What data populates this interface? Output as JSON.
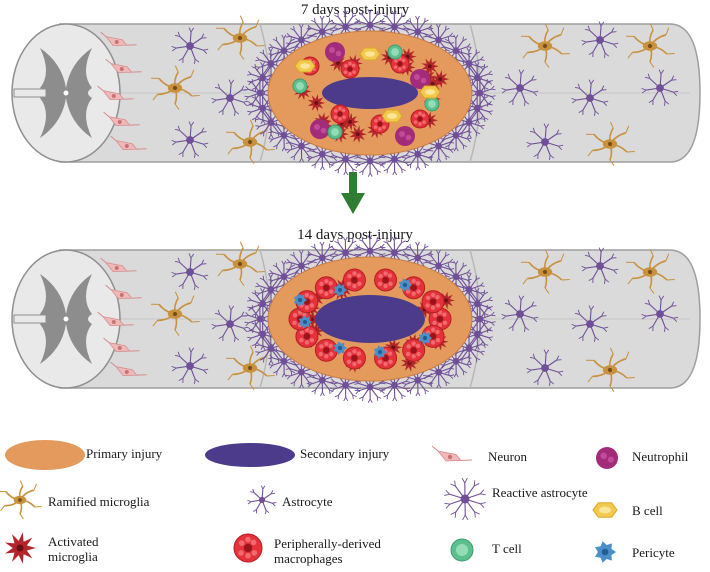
{
  "titles": {
    "top": "7 days post-injury",
    "bottom": "14 days post-injury"
  },
  "colors": {
    "primary_injury": "#e49a5c",
    "secondary_injury": "#4c3b8a",
    "neuron": "#efb9b9",
    "neutrophil": "#a22b7a",
    "ramified_microglia": "#c8913e",
    "astrocyte": "#6f4f97",
    "activated_microglia": "#b2262b",
    "macrophage": "#e5323a",
    "t_cell": "#5cbf8e",
    "b_cell": "#f2c94c",
    "pericyte": "#4a8fc9",
    "cord": "#dadada",
    "arrow": "#2e7d32"
  },
  "legend": [
    {
      "key": "primary_injury",
      "label": "Primary injury"
    },
    {
      "key": "secondary_injury",
      "label": "Secondary injury"
    },
    {
      "key": "neuron",
      "label": "Neuron"
    },
    {
      "key": "neutrophil",
      "label": "Neutrophil"
    },
    {
      "key": "ramified_microglia",
      "label": "Ramified microglia"
    },
    {
      "key": "astrocyte",
      "label": "Astrocyte"
    },
    {
      "key": "reactive_astrocyte",
      "label": "Reactive astrocyte"
    },
    {
      "key": "b_cell",
      "label": "B cell"
    },
    {
      "key": "activated_microglia",
      "label": "Activated microglia"
    },
    {
      "key": "macrophage",
      "label": "Peripherally-derived macrophages"
    },
    {
      "key": "t_cell",
      "label": "T cell"
    },
    {
      "key": "pericyte",
      "label": "Pericyte"
    }
  ]
}
